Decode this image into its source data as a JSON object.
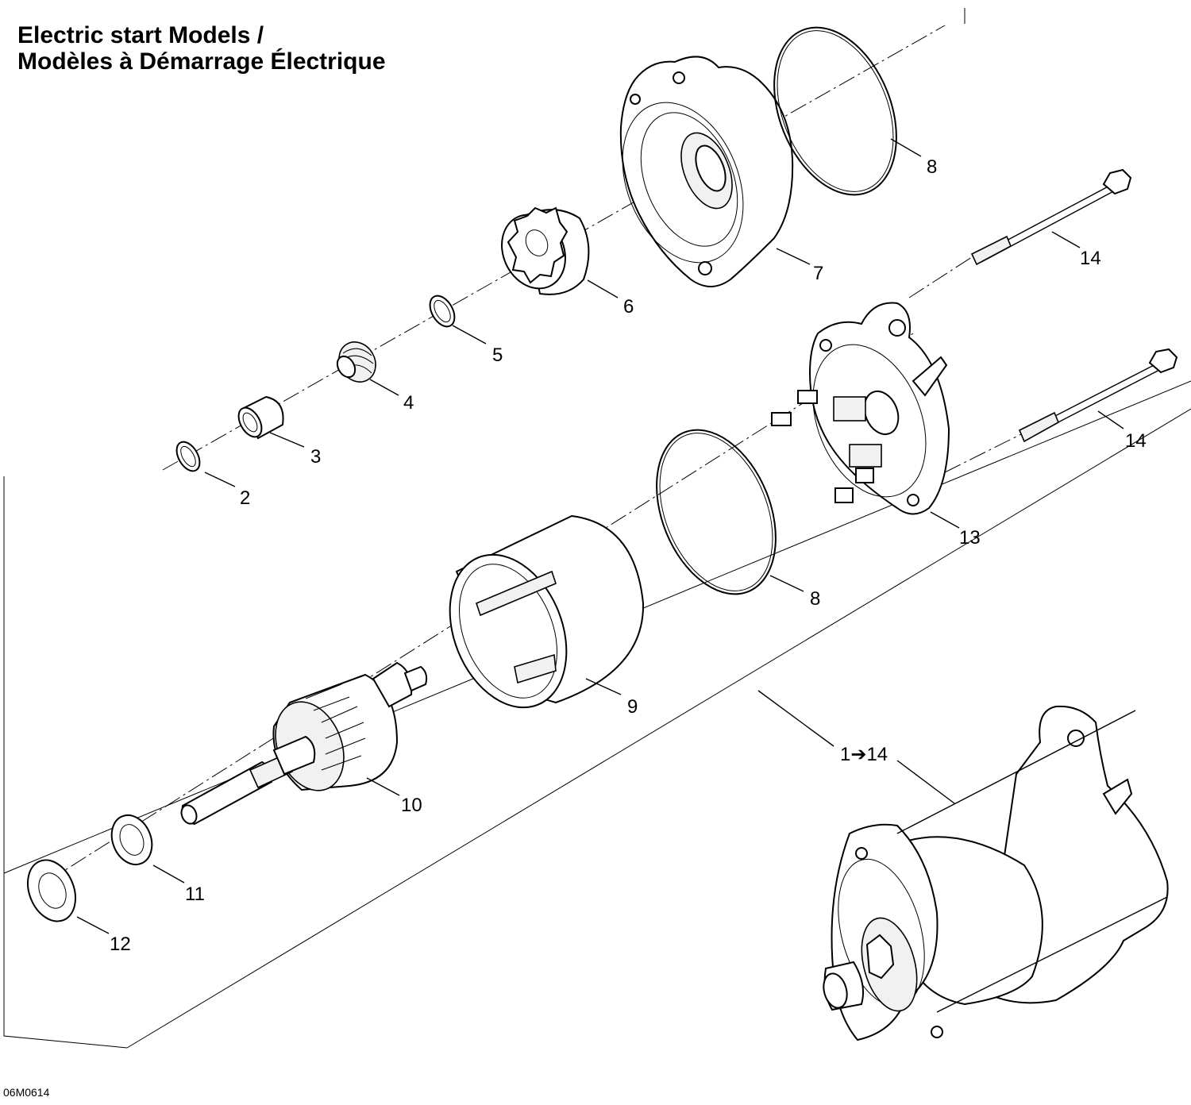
{
  "title": {
    "line1": "Electric start Models /",
    "line2": "Modèles à Démarrage Électrique"
  },
  "drawing_code": "06M0614",
  "callouts": [
    {
      "id": "c2",
      "label": "2"
    },
    {
      "id": "c3",
      "label": "3"
    },
    {
      "id": "c4",
      "label": "4"
    },
    {
      "id": "c5",
      "label": "5"
    },
    {
      "id": "c6",
      "label": "6"
    },
    {
      "id": "c7",
      "label": "7"
    },
    {
      "id": "c8a",
      "label": "8"
    },
    {
      "id": "c8b",
      "label": "8"
    },
    {
      "id": "c9",
      "label": "9"
    },
    {
      "id": "c10",
      "label": "10"
    },
    {
      "id": "c11",
      "label": "11"
    },
    {
      "id": "c12",
      "label": "12"
    },
    {
      "id": "c13",
      "label": "13"
    },
    {
      "id": "c14a",
      "label": "14"
    },
    {
      "id": "c14b",
      "label": "14"
    },
    {
      "id": "c1to14",
      "label": "1➔14"
    }
  ]
}
